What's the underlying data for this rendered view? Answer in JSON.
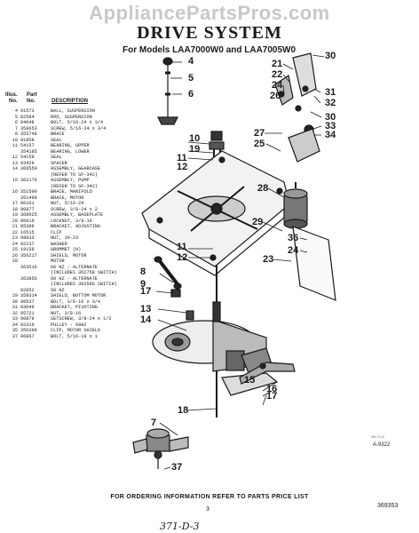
{
  "watermark": "AppliancePartsPros.com",
  "title": "DRIVE SYSTEM",
  "subtitle": "For Models LAA7000W0 and LAA7005W0",
  "table_header": {
    "illus_label": "Illus.",
    "no_label": "No.",
    "part_label": "Part",
    "part_no_label": "No.",
    "description_label": "DESCRIPTION"
  },
  "parts": [
    {
      "illus": "4",
      "part": "91573",
      "desc": "BALL, SUSPENSION"
    },
    {
      "illus": "5",
      "part": "82584",
      "desc": "ROD, SUSPENSION"
    },
    {
      "illus": "6",
      "part": "94048",
      "desc": "BOLT, 5/16-24 x 3/4"
    },
    {
      "illus": "7",
      "part": "359653",
      "desc": "SCREW, 5/16-24 x 3/4"
    },
    {
      "illus": "8",
      "part": "355748",
      "desc": "BRACE"
    },
    {
      "illus": "10",
      "part": "91858",
      "desc": "SEAL"
    },
    {
      "illus": "11",
      "part": "54157",
      "desc": "BEARING, UPPER"
    },
    {
      "illus": "",
      "part": "354195",
      "desc": "BEARING, LOWER"
    },
    {
      "illus": "12",
      "part": "54159",
      "desc": "SEAL"
    },
    {
      "illus": "13",
      "part": "93429",
      "desc": "SPACER"
    },
    {
      "illus": "14",
      "part": "366559",
      "desc": "ASSEMBLY, GEARCASE"
    },
    {
      "illus": "",
      "part": "",
      "desc": "(REFER TO SF-342)"
    },
    {
      "illus": "15",
      "part": "362176",
      "desc": "ASSEMBLY, PUMP"
    },
    {
      "illus": "",
      "part": "",
      "desc": "(REFER TO SF-342)"
    },
    {
      "illus": "16",
      "part": "351500",
      "desc": "BRACE, MANIFOLD"
    },
    {
      "illus": "",
      "part": "351499",
      "desc": "BRACE, MOTOR"
    },
    {
      "illus": "17",
      "part": "96101",
      "desc": "NUT, 5/16-24"
    },
    {
      "illus": "18",
      "part": "90877",
      "desc": "SCREW, 3/8-24 x 2"
    },
    {
      "illus": "19",
      "part": "368925",
      "desc": "ASSEMBLY, BASEPLATE"
    },
    {
      "illus": "20",
      "part": "96016",
      "desc": "LOCKNUT, 3/8-16"
    },
    {
      "illus": "21",
      "part": "85386",
      "desc": "BRACKET, ADJUSTING"
    },
    {
      "illus": "22",
      "part": "16515",
      "desc": "CLIP"
    },
    {
      "illus": "23",
      "part": "98033",
      "desc": "NUT, 10-23"
    },
    {
      "illus": "24",
      "part": "92237",
      "desc": "WASHER"
    },
    {
      "illus": "25",
      "part": "19158",
      "desc": "GROMMET (H)"
    },
    {
      "illus": "26",
      "part": "356217",
      "desc": "SHIELD, MOTOR"
    },
    {
      "illus": "28",
      "part": "",
      "desc": "MOTOR"
    },
    {
      "illus": "",
      "part": "363516",
      "desc": "60 HZ - ALTERNATE"
    },
    {
      "illus": "",
      "part": "",
      "desc": "(INCLUDES 362758 SWITCH)"
    },
    {
      "illus": "",
      "part": "363856",
      "desc": "60 HZ - ALTERNATE"
    },
    {
      "illus": "",
      "part": "",
      "desc": "(INCLUDES 362586 SWITCH)"
    },
    {
      "illus": "",
      "part": "92052",
      "desc": "50 HZ"
    },
    {
      "illus": "29",
      "part": "358314",
      "desc": "SHIELD, BOTTOM MOTOR"
    },
    {
      "illus": "30",
      "part": "98537",
      "desc": "BOLT, 3/8-16 x 3/4"
    },
    {
      "illus": "31",
      "part": "93049",
      "desc": "BRACKET, PIVOTING"
    },
    {
      "illus": "32",
      "part": "95721",
      "desc": "NUT, 3/8-16"
    },
    {
      "illus": "33",
      "part": "90879",
      "desc": "SETSCREW, 3/8-24 x 1/2"
    },
    {
      "illus": "34",
      "part": "92316",
      "desc": "PULLEY - 60HZ"
    },
    {
      "illus": "35",
      "part": "356398",
      "desc": "CLIP, MOTOR SHIELD"
    },
    {
      "illus": "37",
      "part": "96867",
      "desc": "BOLT, 5/16-18 x 1"
    }
  ],
  "callouts": {
    "c4": "4",
    "c5": "5",
    "c6": "6",
    "c7": "7",
    "c8": "8",
    "c9": "9",
    "c10": "10",
    "c11a": "11",
    "c11b": "11",
    "c12a": "12",
    "c12b": "12",
    "c13": "13",
    "c14": "14",
    "c15": "15",
    "c16": "16",
    "c17a": "17",
    "c17b": "17",
    "c18": "18",
    "c19": "19",
    "c21": "21",
    "c22": "22",
    "c23": "23",
    "c24": "24",
    "c25": "25",
    "c26": "26",
    "c27": "27",
    "c28": "28",
    "c29": "29",
    "c30a": "30",
    "c30b": "30",
    "c31": "31",
    "c32": "32",
    "c33": "33",
    "c34": "34",
    "c36": "36",
    "c37": "37"
  },
  "ref_code": "A-9322",
  "small_code": "SK-71-9",
  "footer": "FOR ORDERING INFORMATION REFER TO PARTS PRICE LIST",
  "page_number": "3",
  "doc_number": "369353",
  "handwritten": "371-D-3"
}
